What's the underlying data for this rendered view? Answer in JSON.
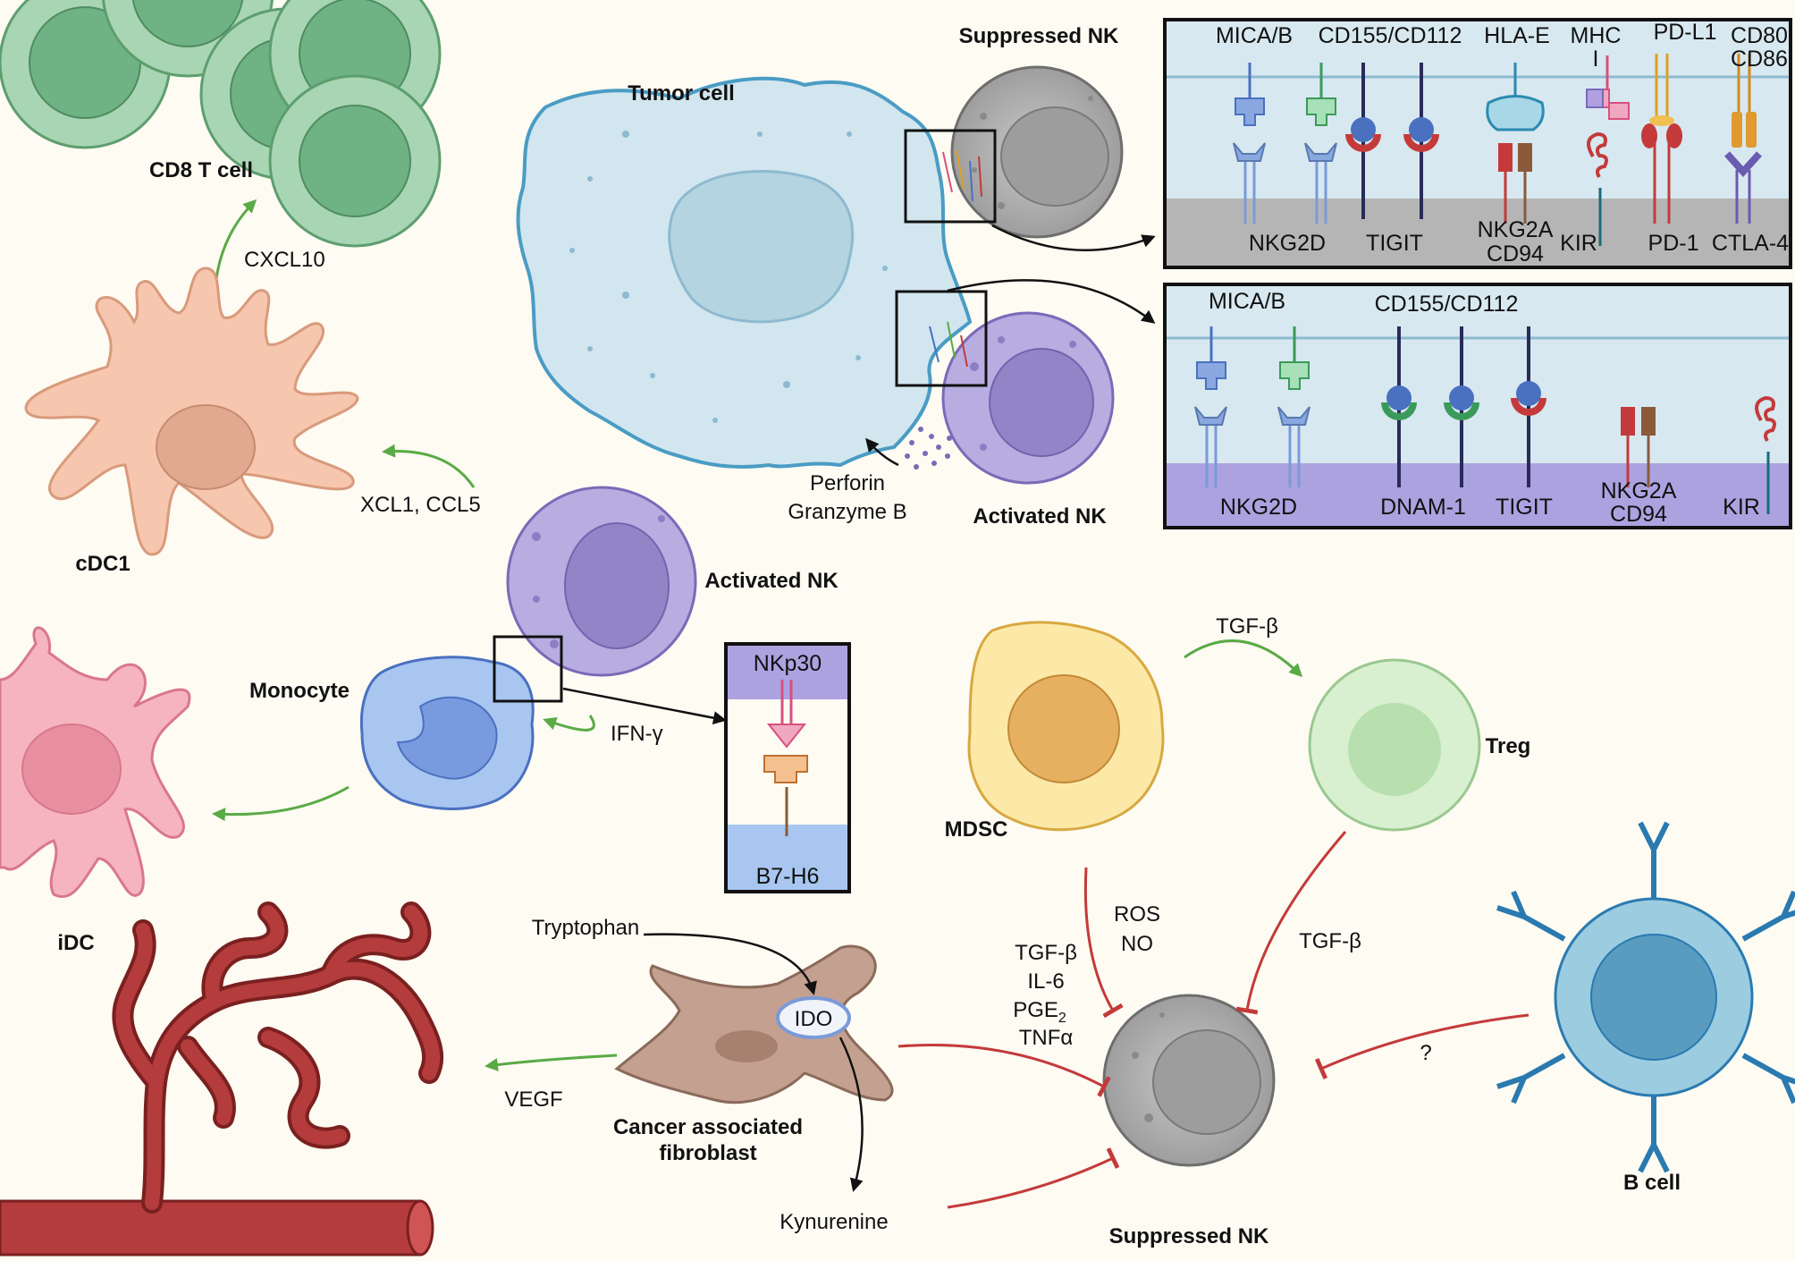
{
  "cells": {
    "cd8": "CD8 T cell",
    "tumor": "Tumor cell",
    "suppressed_nk_top": "Suppressed NK",
    "activated_nk_top": "Activated NK",
    "cdc1": "cDC1",
    "activated_nk_mid": "Activated NK",
    "monocyte": "Monocyte",
    "idc": "iDC",
    "mdsc": "MDSC",
    "treg": "Treg",
    "caf_line1": "Cancer associated",
    "caf_line2": "fibroblast",
    "suppressed_nk_bottom": "Suppressed NK",
    "bcell": "B cell"
  },
  "signals": {
    "cxcl10": "CXCL10",
    "xcl1_ccl5": "XCL1, CCL5",
    "perforin": "Perforin",
    "granzyme": "Granzyme B",
    "ifng": "IFN-γ",
    "tgfb_mdsc_treg": "TGF-β",
    "ros": "ROS",
    "no": "NO",
    "tgfb_treg": "TGF-β",
    "tgfb": "TGF-β",
    "il6": "IL-6",
    "pge2": "PGE",
    "pge2_sub": "2",
    "tnfa": "TNFα",
    "question": "?",
    "tryptophan": "Tryptophan",
    "ido": "IDO",
    "kynurenine": "Kynurenine",
    "vegf": "VEGF"
  },
  "panel_suppressed": {
    "ligands": [
      "MICA/B",
      "CD155/CD112",
      "HLA-E",
      "MHC",
      "I",
      "PD-L1",
      "CD80",
      "CD86"
    ],
    "receptors": [
      "NKG2D",
      "TIGIT",
      "NKG2A",
      "CD94",
      "KIR",
      "PD-1",
      "CTLA-4"
    ]
  },
  "panel_activated": {
    "ligands": [
      "MICA/B",
      "CD155/CD112"
    ],
    "receptors": [
      "NKG2D",
      "DNAM-1",
      "TIGIT",
      "NKG2A",
      "CD94",
      "KIR"
    ]
  },
  "panel_nkp30": {
    "top": "NKp30",
    "bottom": "B7-H6"
  },
  "colors": {
    "green_arrow": "#5aaa46",
    "red_inhibit": "#c43a3a",
    "tumor": "#d2e6ef",
    "nk_active": "#9f8fd0",
    "nk_suppressed": "#a8a8a8"
  }
}
